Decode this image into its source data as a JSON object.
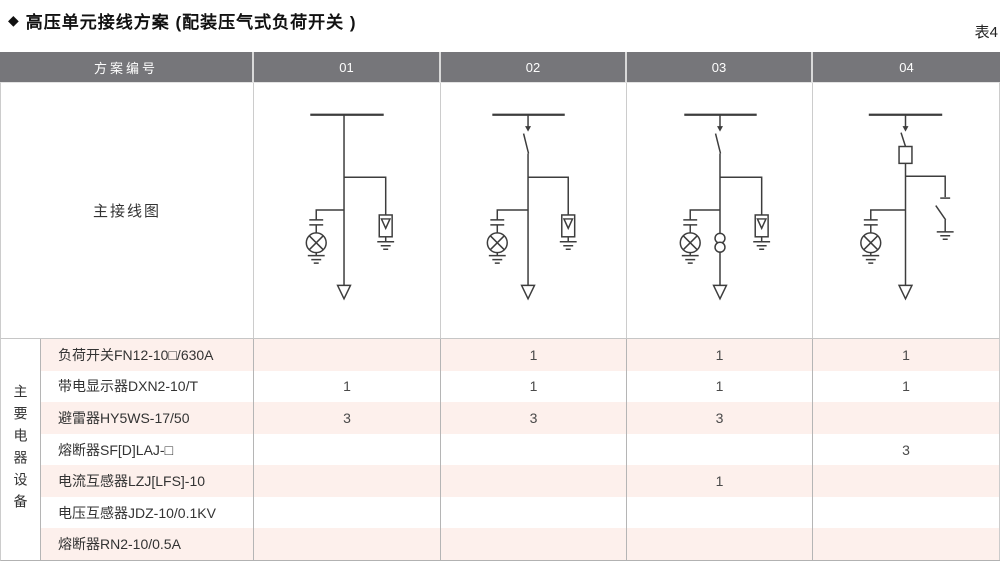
{
  "page": {
    "title_marker": "◆",
    "title": "高压单元接线方案 (配装压气式负荷开关 )",
    "table_tag": "表4"
  },
  "table": {
    "header": {
      "scheme_label": "方案编号",
      "schemes": [
        "01",
        "02",
        "03",
        "04"
      ]
    },
    "diagram_label": "主接线图",
    "group_label": "主要电器设备",
    "rows": [
      {
        "name": "负荷开关FN12-10□/630A",
        "values": [
          "",
          "1",
          "1",
          "1"
        ]
      },
      {
        "name": "带电显示器DXN2-10/T",
        "values": [
          "1",
          "1",
          "1",
          "1"
        ]
      },
      {
        "name": "避雷器HY5WS-17/50",
        "values": [
          "3",
          "3",
          "3",
          ""
        ]
      },
      {
        "name": "熔断器SF[D]LAJ-□",
        "values": [
          "",
          "",
          "",
          "3"
        ]
      },
      {
        "name": "电流互感器LZJ[LFS]-10",
        "values": [
          "",
          "",
          "1",
          ""
        ]
      },
      {
        "name": "电压互感器JDZ-10/0.1KV",
        "values": [
          "",
          "",
          "",
          ""
        ]
      },
      {
        "name": "熔断器RN2-10/0.5A",
        "values": [
          "",
          "",
          "",
          ""
        ]
      }
    ]
  },
  "diagrams": {
    "scheme_01_components": [
      "busbar",
      "live-display-device",
      "surge-arrester",
      "outgoing-feeder"
    ],
    "scheme_02_components": [
      "busbar",
      "load-switch",
      "live-display-device",
      "surge-arrester",
      "outgoing-feeder"
    ],
    "scheme_03_components": [
      "busbar",
      "load-switch",
      "live-display-device",
      "current-transformer",
      "surge-arrester",
      "outgoing-feeder"
    ],
    "scheme_04_components": [
      "busbar",
      "load-switch",
      "fuse",
      "live-display-device",
      "earthing-switch",
      "outgoing-feeder"
    ]
  },
  "colors": {
    "header_bg": "#76767a",
    "header_text": "#fdfdfd",
    "row_highlight": "#fdf0ec",
    "diagram_line": "#3d3d3d",
    "border": "#c6c6c6"
  }
}
